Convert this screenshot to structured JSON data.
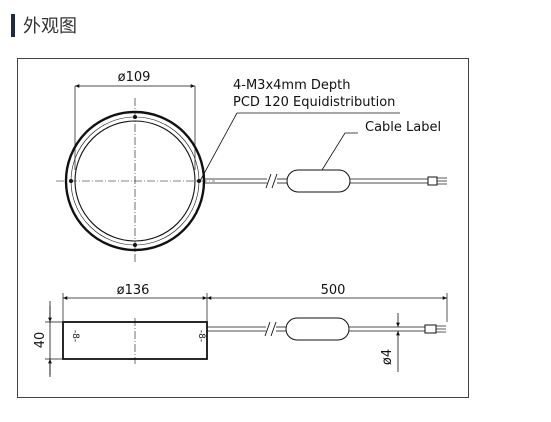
{
  "heading": {
    "title": "外观图"
  },
  "drawing": {
    "top_view": {
      "diameter_label": "ø109",
      "mount_label_line1": "4-M3x4mm Depth",
      "mount_label_line2": "PCD 120 Equidistribution",
      "cable_label": "Cable Label"
    },
    "side_view": {
      "diameter_label": "ø136",
      "cable_length_label": "500",
      "height_label": "40",
      "cable_diameter_label": "ø4"
    }
  }
}
